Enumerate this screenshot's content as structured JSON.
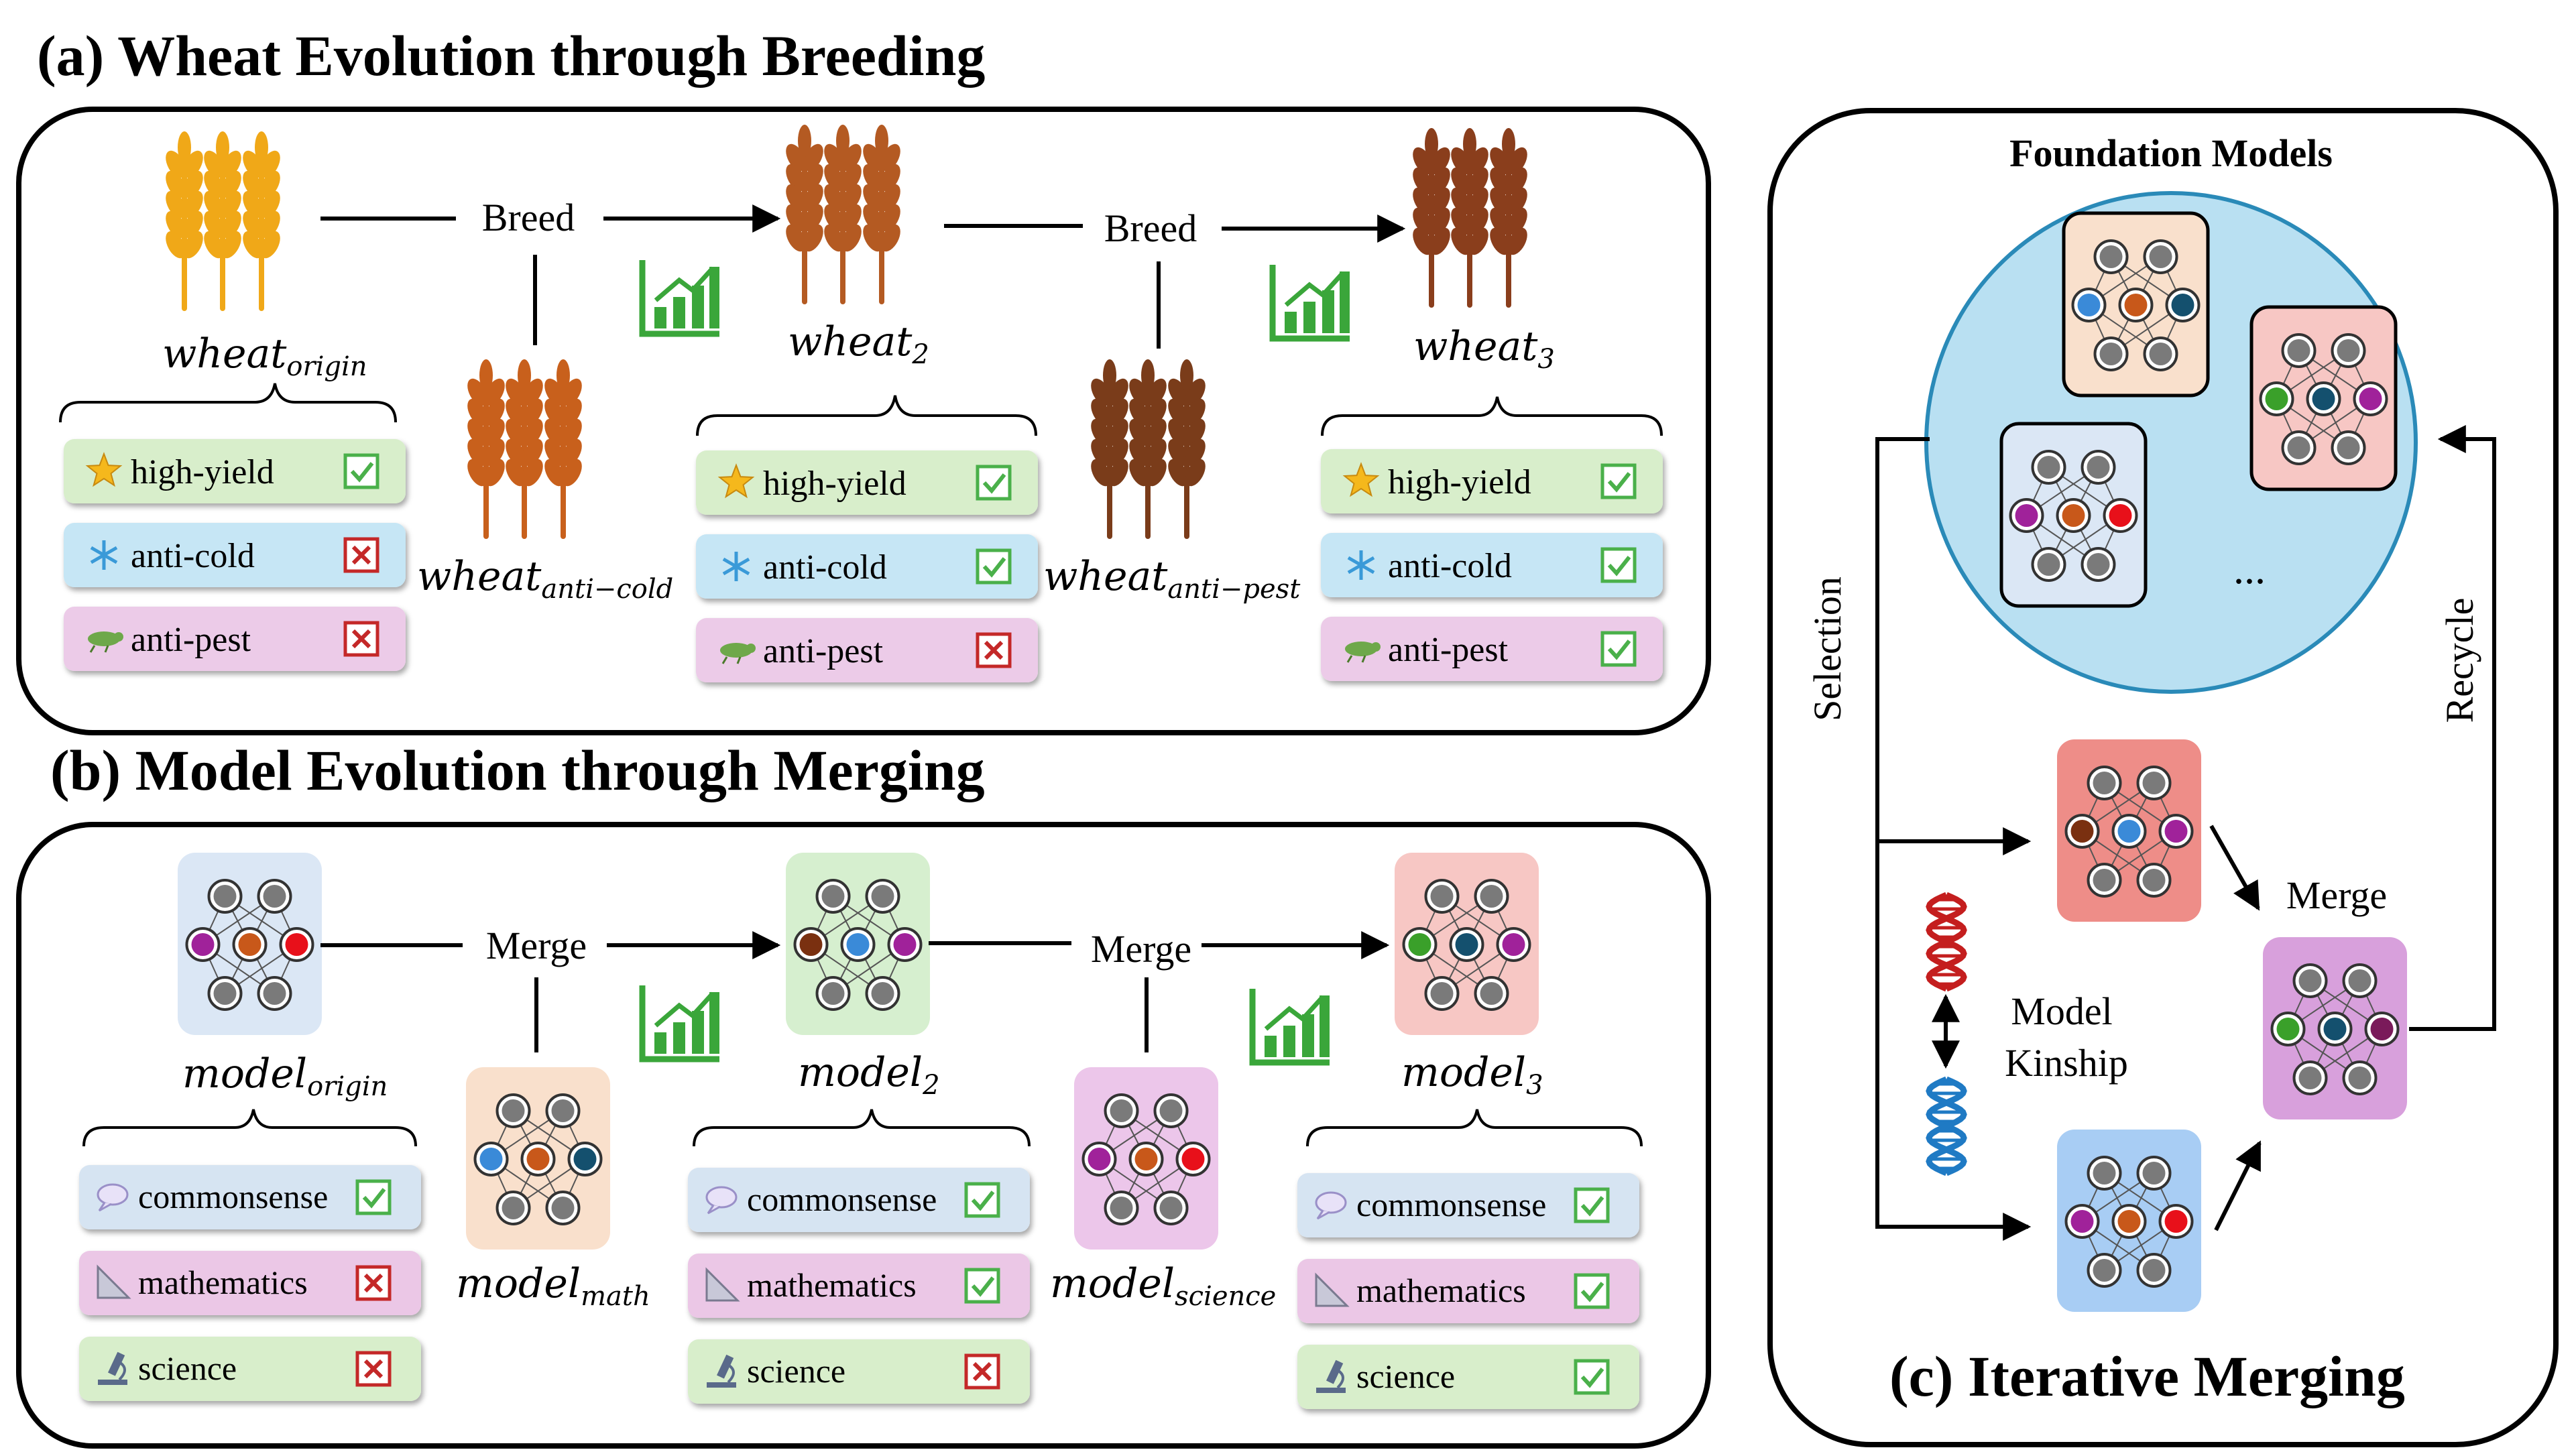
{
  "panel_a": {
    "title": "(a) Wheat Evolution through Breeding",
    "breed_label": "Breed",
    "wheat_origin": {
      "base": "wheat",
      "sub": "origin"
    },
    "wheat_2": {
      "base": "wheat",
      "sub": "2"
    },
    "wheat_3": {
      "base": "wheat",
      "sub": "3"
    },
    "wheat_anti_cold": {
      "base": "wheat",
      "sub": "anti−cold"
    },
    "wheat_anti_pest": {
      "base": "wheat",
      "sub": "anti−pest"
    },
    "traits": {
      "high_yield": "high-yield",
      "anti_cold": "anti-cold",
      "anti_pest": "anti-pest"
    },
    "status": {
      "origin": {
        "high_yield": "check",
        "anti_cold": "cross",
        "anti_pest": "cross"
      },
      "wheat2": {
        "high_yield": "check",
        "anti_cold": "check",
        "anti_pest": "cross"
      },
      "wheat3": {
        "high_yield": "check",
        "anti_cold": "check",
        "anti_pest": "check"
      }
    },
    "colors": {
      "wheat_origin": "#f0a818",
      "wheat_cold": "#c8601c",
      "wheat_2": "#b45a22",
      "wheat_pest": "#7a3c1a",
      "wheat_3": "#8a3e1c"
    }
  },
  "panel_b": {
    "title": "(b) Model Evolution through Merging",
    "merge_label": "Merge",
    "model_origin": {
      "base": "model",
      "sub": "origin"
    },
    "model_2": {
      "base": "model",
      "sub": "2"
    },
    "model_3": {
      "base": "model",
      "sub": "3"
    },
    "model_math": {
      "base": "model",
      "sub": "math"
    },
    "model_science": {
      "base": "model",
      "sub": "science"
    },
    "skills": {
      "commonsense": "commonsense",
      "mathematics": "mathematics",
      "science": "science"
    },
    "status": {
      "origin": {
        "commonsense": "check",
        "mathematics": "cross",
        "science": "cross"
      },
      "model2": {
        "commonsense": "check",
        "mathematics": "check",
        "science": "cross"
      },
      "model3": {
        "commonsense": "check",
        "mathematics": "check",
        "science": "check"
      }
    }
  },
  "panel_c": {
    "title": "(c) Iterative Merging",
    "foundation_models": "Foundation Models",
    "ellipsis": "...",
    "selection": "Selection",
    "recycle": "Recycle",
    "merge": "Merge",
    "kinship_line1": "Model",
    "kinship_line2": "Kinship"
  },
  "colors": {
    "check": "#4ab04a",
    "cross": "#c42828",
    "trend_icon": "#3aa63a",
    "circle_fill": "#b9e0f2",
    "circle_stroke": "#2a8ab8",
    "box_blue": "#dbe7f5",
    "box_green": "#d6efcf",
    "box_red": "#f7c7c4",
    "box_orange": "#f9e0cc",
    "box_purple": "#ecc6ea",
    "box_skyblue": "#a8cdf4",
    "box_salmon": "#ee8d88",
    "box_violet": "#d8a0dc",
    "node_gray": "#7a7a7a",
    "node_purple": "#a0229a",
    "node_orange": "#c8581a",
    "node_red": "#e8101a",
    "node_blue": "#3a8ad8",
    "node_navy": "#14506e",
    "node_green": "#3aa02a",
    "node_brown": "#7a3010",
    "node_plum": "#7a1a5a"
  }
}
